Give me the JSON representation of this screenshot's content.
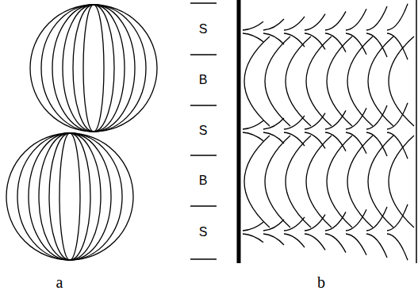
{
  "diagram": {
    "labels": [
      "S",
      "B",
      "S",
      "B",
      "S",
      "a",
      "b"
    ]
  }
}
